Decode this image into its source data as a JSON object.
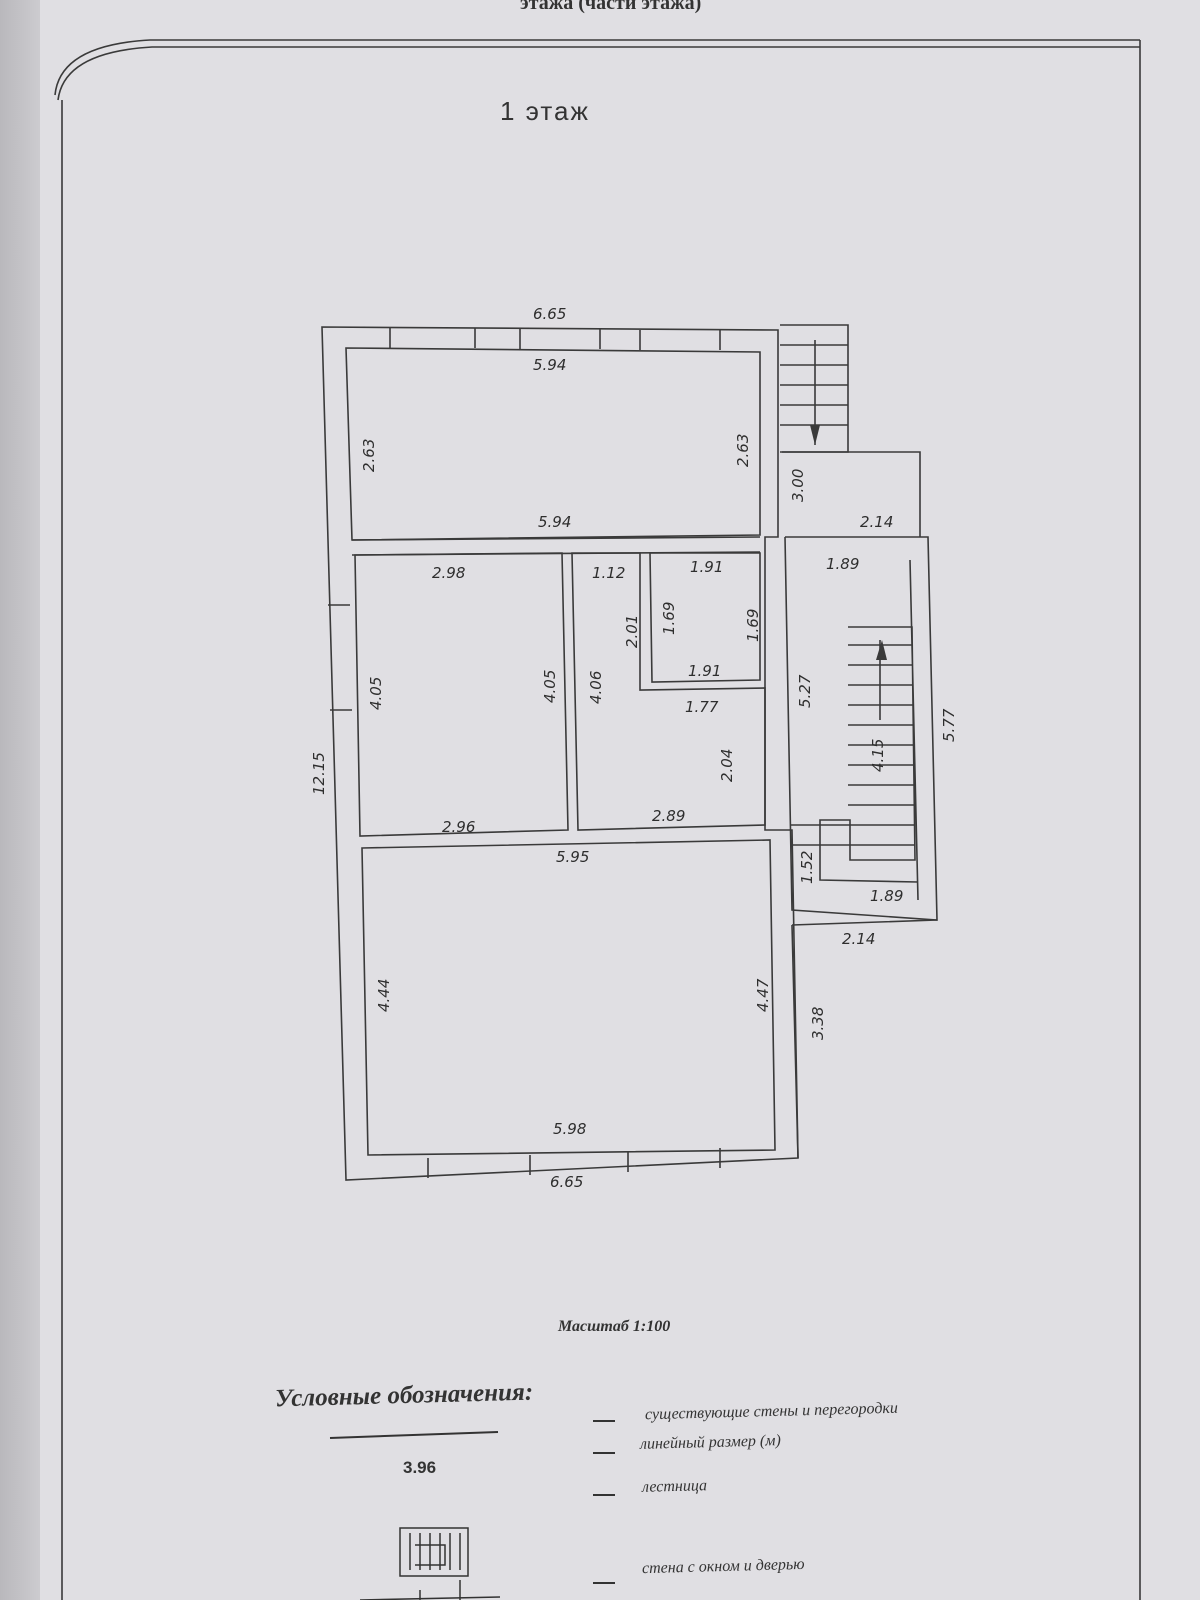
{
  "header": {
    "title_fragment": "этажа (части этажа)"
  },
  "floor_title": "1  этаж",
  "plan": {
    "dims": [
      "6.65",
      "5.94",
      "2.63",
      "2.63",
      "5.94",
      "2.98",
      "1.12",
      "1.91",
      "2.01",
      "1.69",
      "1.69",
      "1.91",
      "1.77",
      "4.05",
      "4.05",
      "4.06",
      "2.04",
      "2.96",
      "2.89",
      "5.95",
      "4.44",
      "4.47",
      "5.98",
      "6.65",
      "12.15",
      "3.00",
      "2.14",
      "1.89",
      "5.27",
      "4.15",
      "5.77",
      "1.52",
      "1.89",
      "2.14",
      "3.38"
    ]
  },
  "scale_label": "Масштаб 1:100",
  "legend": {
    "title": "Условные обозначения:",
    "sample_dimension": "3.96",
    "items": [
      "существующие стены и перегородки",
      "линейный размер (м)",
      "лестница",
      "стена с окном и дверью"
    ]
  }
}
